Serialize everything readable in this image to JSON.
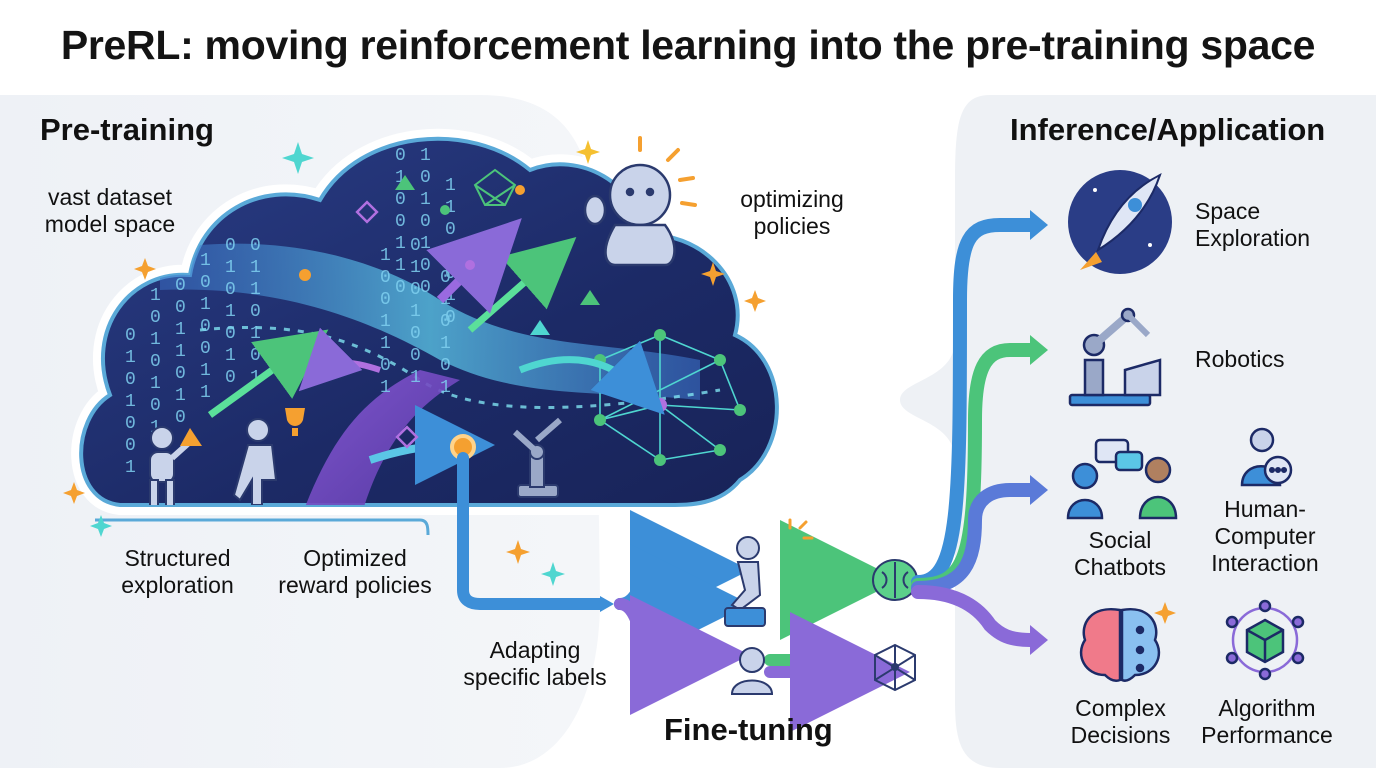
{
  "title": "PreRL: moving reinforcement learning into the pre-training space",
  "sections": {
    "pretraining": "Pre-training",
    "finetuning": "Fine-tuning",
    "inference": "Inference/Application"
  },
  "pretraining_labels": {
    "vast_1": "vast dataset",
    "vast_2": "model space",
    "opt_1": "optimizing",
    "opt_2": "policies",
    "struct_1": "Structured",
    "struct_2": "exploration",
    "reward_1": "Optimized",
    "reward_2": "reward policies"
  },
  "finetuning_labels": {
    "adapt_1": "Adapting",
    "adapt_2": "specific labels"
  },
  "applications": [
    {
      "line1": "Space",
      "line2": "Exploration"
    },
    {
      "line1": "Robotics",
      "line2": ""
    },
    {
      "line1": "Social",
      "line2": "Chatbots"
    },
    {
      "line1": "Human-",
      "line2": "Computer",
      "line3": "Interaction"
    },
    {
      "line1": "Complex",
      "line2": "Decisions"
    },
    {
      "line1": "Algorithm",
      "line2": "Performance"
    }
  ],
  "cloud_binary": [
    "0",
    "1",
    "0",
    "1",
    "0",
    "0",
    "1",
    "1",
    "0",
    "1"
  ],
  "colors": {
    "cloud_dark": "#1c2d6b",
    "cloud_border": "#5aa9d8",
    "arrow_blue": "#3d8fd8",
    "arrow_green": "#4cc47a",
    "arrow_purple": "#8a6ad8",
    "accent_orange": "#f5a030",
    "accent_cyan": "#4fd6d0"
  }
}
